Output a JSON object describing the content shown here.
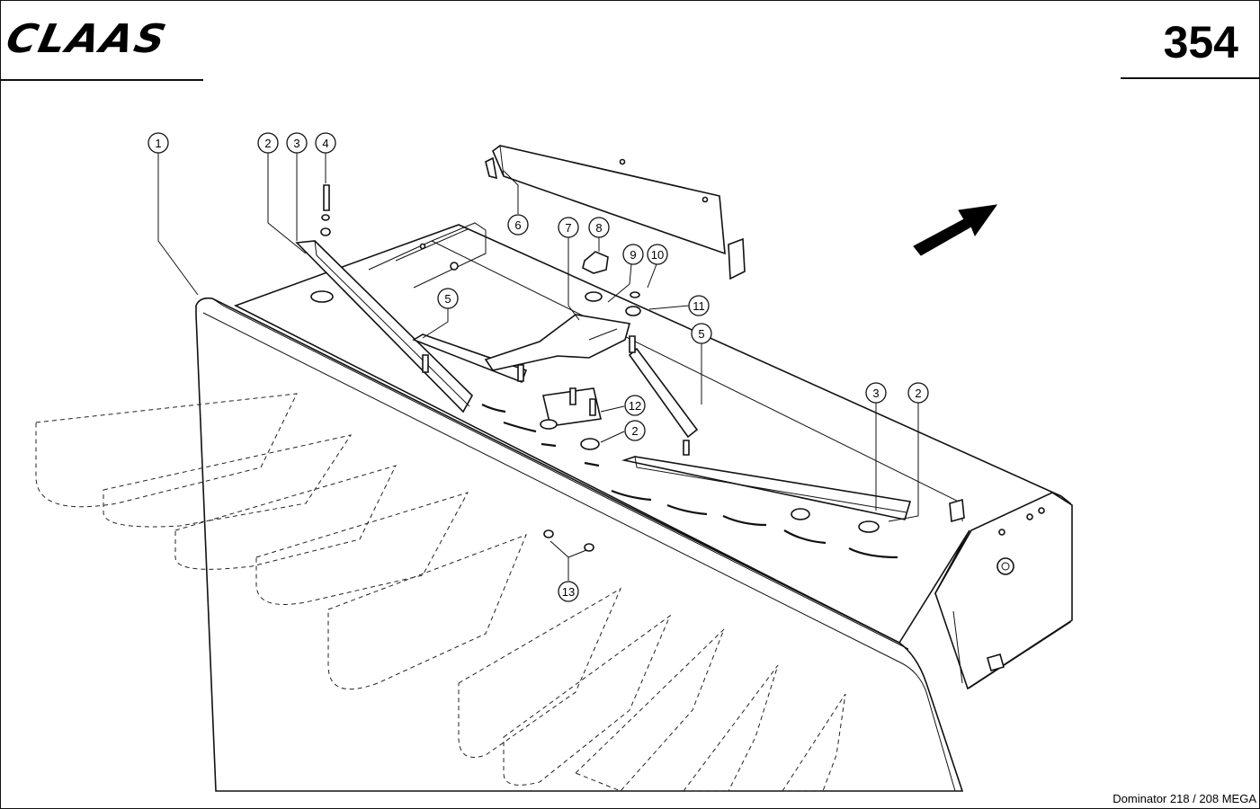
{
  "header": {
    "logo": "CLAAS",
    "page_number": "354"
  },
  "footer": {
    "model": "Dominator 218 / 208 MEGA"
  },
  "callouts": [
    "1",
    "2",
    "3",
    "4",
    "2",
    "3",
    "2",
    "5",
    "5",
    "6",
    "7",
    "8",
    "9",
    "10",
    "11",
    "12",
    "13"
  ],
  "icons": {
    "direction": "arrow-right-up-icon"
  }
}
